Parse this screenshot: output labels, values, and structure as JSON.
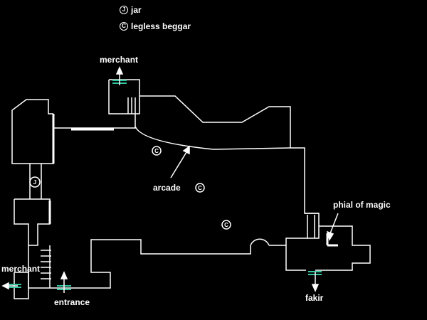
{
  "legend": [
    {
      "symbol": "J",
      "label": "jar"
    },
    {
      "symbol": "C",
      "label": "legless beggar"
    }
  ],
  "map_labels": {
    "merchant_top": "merchant",
    "merchant_left": "merchant",
    "arcade": "arcade",
    "phial": "phial of magic",
    "fakir": "fakir",
    "entrance": "entrance"
  },
  "markers": {
    "jar": "J",
    "beggar": "C"
  },
  "colors": {
    "background": "#000000",
    "walls": "#ffffff",
    "door": "#33c4a0"
  },
  "icons": [
    "arrow-icon",
    "door-icon",
    "stairs-icon",
    "jar-marker-icon",
    "beggar-marker-icon"
  ]
}
